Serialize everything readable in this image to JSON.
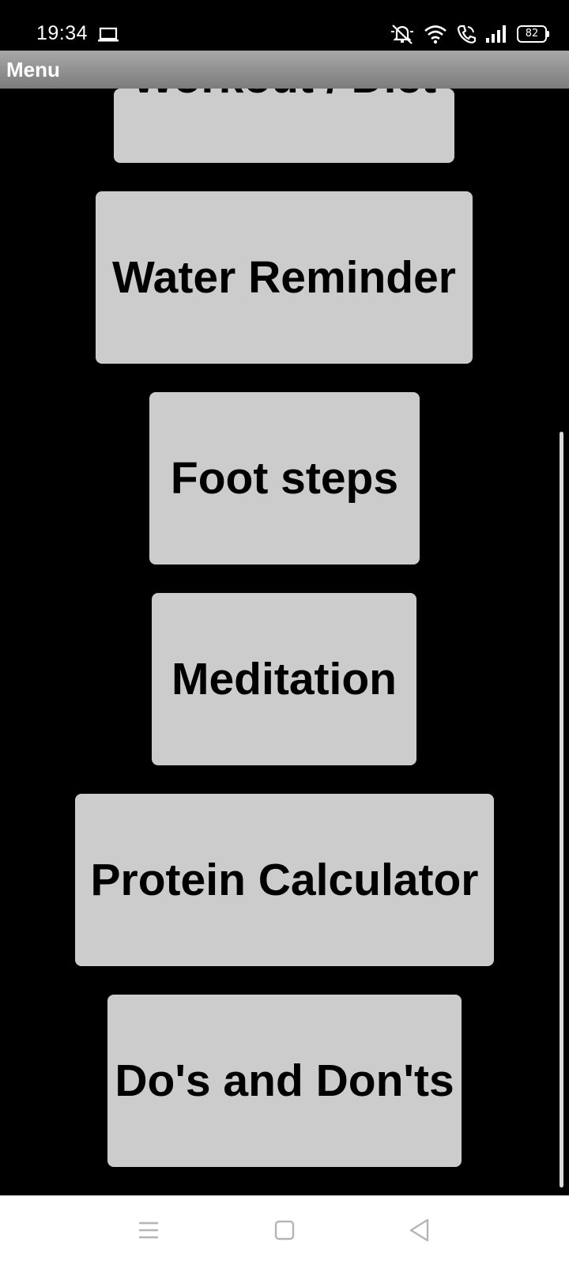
{
  "status_bar": {
    "time": "19:34",
    "battery_level": "82",
    "icons": [
      "laptop-icon",
      "mute-icon",
      "wifi-icon",
      "wifi-call-icon",
      "signal-icon",
      "battery-icon"
    ]
  },
  "menu_bar": {
    "title": "Menu"
  },
  "menu_items": [
    {
      "label": "Workout / Diet"
    },
    {
      "label": "Water Reminder"
    },
    {
      "label": "Foot steps"
    },
    {
      "label": "Meditation"
    },
    {
      "label": "Protein Calculator"
    },
    {
      "label": "Do's and Don'ts"
    }
  ],
  "nav_bar": {
    "icons": [
      "menu-lines-icon",
      "home-square-icon",
      "back-triangle-icon"
    ]
  },
  "colors": {
    "background": "#000000",
    "tile": "#cccccc",
    "menu_bar": "#8f8f8f"
  }
}
